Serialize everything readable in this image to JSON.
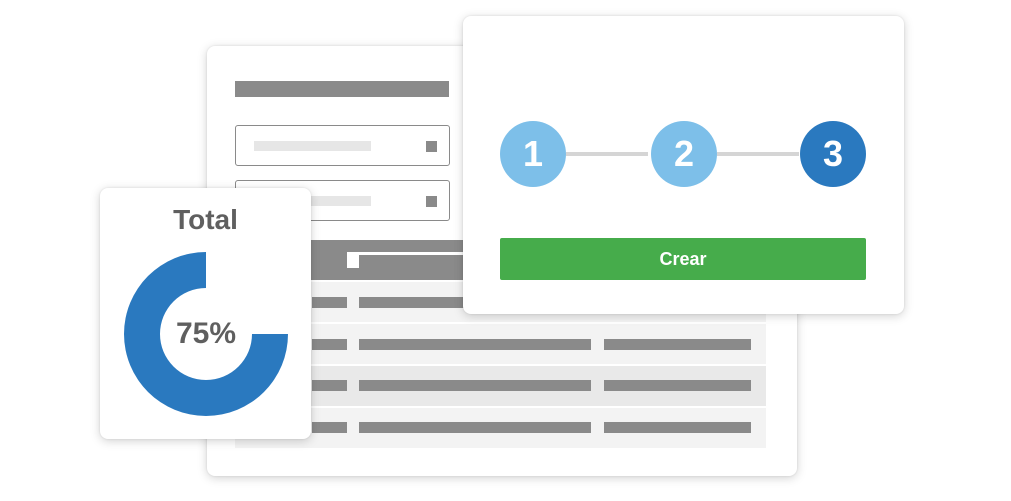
{
  "stepper": {
    "steps": [
      "1",
      "2",
      "3"
    ],
    "active_step": 3,
    "create_label": "Crear"
  },
  "total_card": {
    "title": "Total",
    "percent_label": "75%",
    "progress_fraction": 0.75
  },
  "colors": {
    "step_inactive": "#7dbfe9",
    "step_active": "#2a79bf",
    "button_green": "#46ac4b",
    "donut_blue": "#2a79bf",
    "placeholder_gray": "#8a8a8a"
  }
}
